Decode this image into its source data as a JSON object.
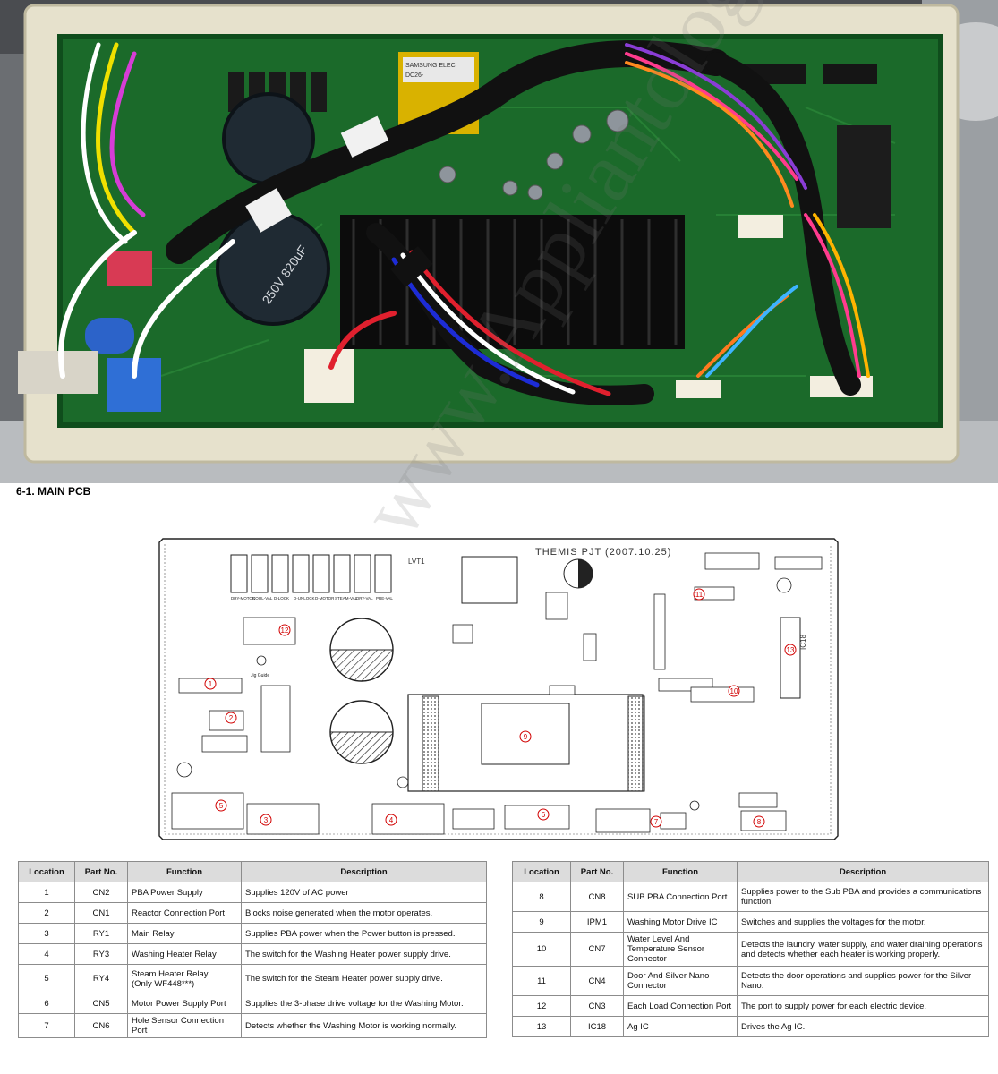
{
  "section_title": "6-1.  MAIN PCB",
  "photo": {
    "capacitor_text": "250V 820uF",
    "transformer_text_1": "SAMSUNG ELEC",
    "transformer_text_2": "DC26-",
    "icon": "main-pcb-photo"
  },
  "diagram": {
    "project_label": "THEMIS PJT (2007.10.25)",
    "lvt_label": "LVT1",
    "ic18_label": "IC18",
    "relay_labels": [
      "DRY-MOTOR",
      "COOL-VAL",
      "D-LOCK",
      "D-UNLOCK",
      "D-MOTOR",
      "STEAM-VAL",
      "DRY-VAL",
      "PRE-VAL"
    ],
    "jig_guide": "Jig Guide",
    "location_marks": [
      "1",
      "2",
      "3",
      "4",
      "5",
      "6",
      "7",
      "8",
      "9",
      "10",
      "11",
      "12",
      "13"
    ]
  },
  "table_left": {
    "headers": [
      "Location",
      "Part No.",
      "Function",
      "Description"
    ],
    "rows": [
      {
        "location": "1",
        "part": "CN2",
        "function": "PBA Power Supply",
        "description": "Supplies 120V of AC power"
      },
      {
        "location": "2",
        "part": "CN1",
        "function": "Reactor Connection Port",
        "description": "Blocks noise generated when the motor operates."
      },
      {
        "location": "3",
        "part": "RY1",
        "function": "Main Relay",
        "description": "Supplies PBA power when the Power button is pressed."
      },
      {
        "location": "4",
        "part": "RY3",
        "function": "Washing Heater Relay",
        "description": "The switch for the Washing Heater power supply drive."
      },
      {
        "location": "5",
        "part": "RY4",
        "function": "Steam Heater Relay\n(Only WF448***)",
        "description": "The switch for the Steam Heater power supply drive."
      },
      {
        "location": "6",
        "part": "CN5",
        "function": "Motor Power Supply Port",
        "description": "Supplies the 3-phase drive voltage for the Washing Motor."
      },
      {
        "location": "7",
        "part": "CN6",
        "function": "Hole Sensor Connection Port",
        "description": "Detects whether the Washing Motor is working normally."
      }
    ]
  },
  "table_right": {
    "headers": [
      "Location",
      "Part No.",
      "Function",
      "Description"
    ],
    "rows": [
      {
        "location": "8",
        "part": "CN8",
        "function": "SUB PBA Connection Port",
        "description": "Supplies power to the Sub PBA and provides a communications function."
      },
      {
        "location": "9",
        "part": "IPM1",
        "function": "Washing Motor Drive IC",
        "description": "Switches and supplies the voltages for the motor."
      },
      {
        "location": "10",
        "part": "CN7",
        "function": "Water Level And Temperature Sensor Connector",
        "description": "Detects the laundry, water supply, and water draining operations and detects whether each heater is working properly."
      },
      {
        "location": "11",
        "part": "CN4",
        "function": "Door And Silver Nano Connector",
        "description": "Detects the door operations and supplies power for the Silver Nano."
      },
      {
        "location": "12",
        "part": "CN3",
        "function": "Each Load Connection Port",
        "description": "The port to supply power for each electric device."
      },
      {
        "location": "13",
        "part": "IC18",
        "function": "Ag IC",
        "description": "Drives the Ag IC."
      }
    ]
  },
  "watermark": "www.Appliantology.org"
}
